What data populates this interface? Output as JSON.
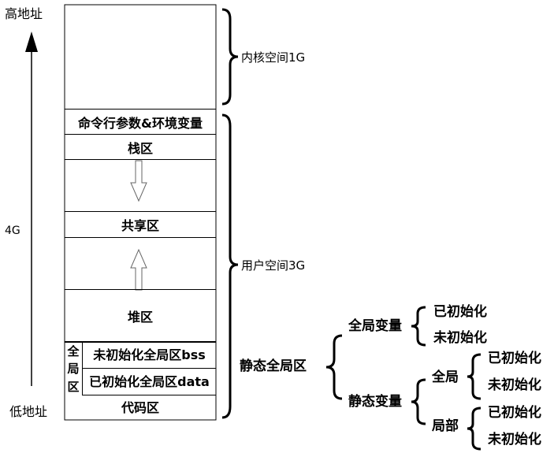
{
  "left_axis": {
    "top_label": "高地址",
    "middle_label": "4G",
    "bottom_label": "低地址"
  },
  "memory_blocks": {
    "cmdline_env": "命令行参数&环境变量",
    "stack": "栈区",
    "shared": "共享区",
    "heap": "堆区",
    "bss": "未初始化全局区bss",
    "data": "已初始化全局区data",
    "code": "代码区",
    "global_area_label": [
      "全",
      "局",
      "区"
    ]
  },
  "right_braces": {
    "kernel": "内核空间1G",
    "user": "用户空间3G"
  },
  "static_tree": {
    "root": "静态全局区",
    "global_var": "全局变量",
    "global_var_children": [
      "已初始化",
      "未初始化"
    ],
    "static_var": "静态变量",
    "static_global": "全局",
    "static_global_children": [
      "已初始化",
      "未初始化"
    ],
    "static_local": "局部",
    "static_local_children": [
      "已初始化",
      "未初始化"
    ]
  }
}
